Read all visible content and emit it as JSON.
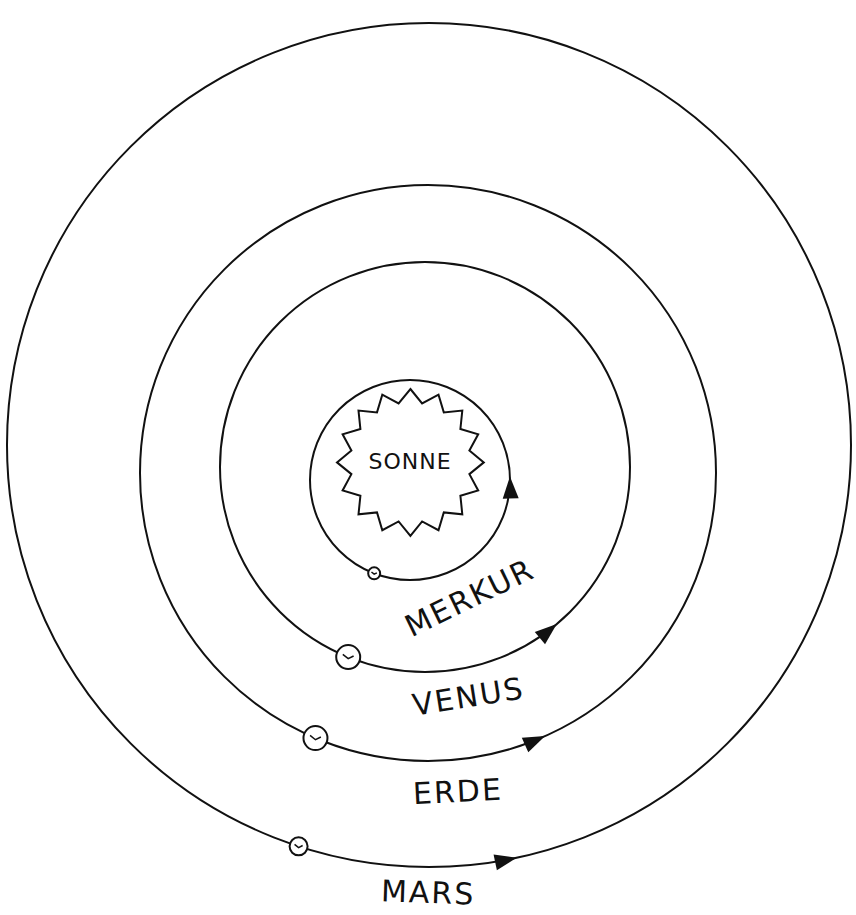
{
  "diagram": {
    "nodes": [
      {
        "text": [
          "SONNE"
        ]
      }
    ],
    "labels": [
      "MERKUR",
      "VENUS",
      "ERDE",
      "MARS"
    ]
  }
}
